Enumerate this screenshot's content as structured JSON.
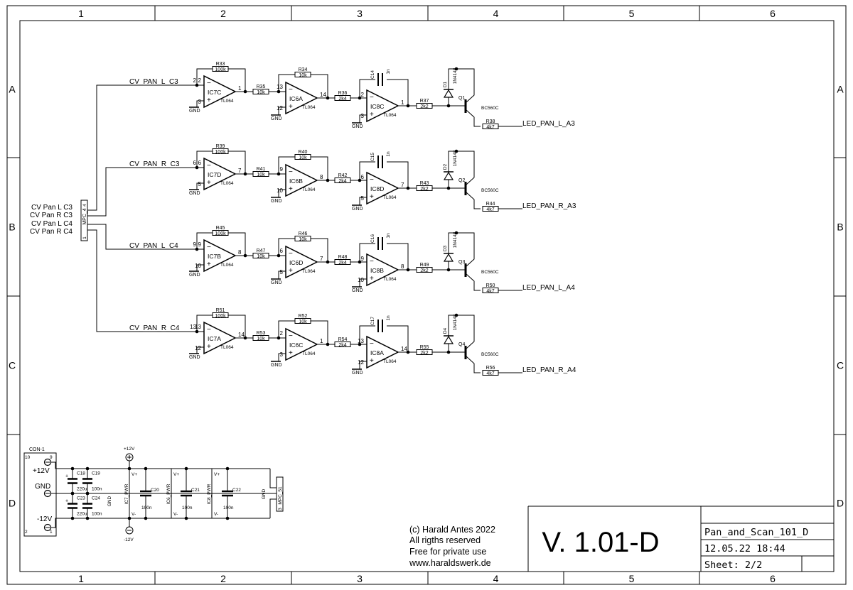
{
  "frame": {
    "columns": [
      "1",
      "2",
      "3",
      "4",
      "5",
      "6"
    ],
    "rows": [
      "A",
      "B",
      "C",
      "D"
    ]
  },
  "connector": {
    "name": "MPC_4",
    "pin_top": "4",
    "pin_bottom": "1",
    "labels": [
      "CV Pan L C3",
      "CV Pan R C3",
      "CV Pan L C4",
      "CV Pan R C4"
    ]
  },
  "stages": [
    {
      "input_net": "CV_PAN_L_C3",
      "output_net": "LED_PAN_L_A3",
      "ic1": {
        "name": "IC7C",
        "pin_top": "2",
        "pin_bottom": "3",
        "pin_out": "1",
        "type": "TL064"
      },
      "ic2": {
        "name": "IC6A",
        "pin_top": "13",
        "pin_bottom": "12",
        "pin_out": "14",
        "type": "TL064"
      },
      "ic3": {
        "name": "IC8C",
        "pin_top": "2",
        "pin_bottom": "3",
        "pin_out": "1",
        "type": "TL064"
      },
      "rf1": {
        "name": "R33",
        "value": "100k"
      },
      "rin2": {
        "name": "R35",
        "value": "10k"
      },
      "rf2": {
        "name": "R34",
        "value": "10k"
      },
      "rin3": {
        "name": "R36",
        "value": "2k4"
      },
      "cap": {
        "name": "C14",
        "value": "1n"
      },
      "rout": {
        "name": "R37",
        "value": "2k2"
      },
      "diode": {
        "name": "D1",
        "type": "1N4148"
      },
      "transistor": {
        "name": "Q1",
        "type": "BC560C"
      },
      "rled": {
        "name": "R38",
        "value": "4k7"
      }
    },
    {
      "input_net": "CV_PAN_R_C3",
      "output_net": "LED_PAN_R_A3",
      "ic1": {
        "name": "IC7D",
        "pin_top": "6",
        "pin_bottom": "5",
        "pin_out": "7",
        "type": "TL064"
      },
      "ic2": {
        "name": "IC6B",
        "pin_top": "9",
        "pin_bottom": "10",
        "pin_out": "8",
        "type": "TL064"
      },
      "ic3": {
        "name": "IC8D",
        "pin_top": "6",
        "pin_bottom": "5",
        "pin_out": "7",
        "type": "TL064"
      },
      "rf1": {
        "name": "R39",
        "value": "100k"
      },
      "rin2": {
        "name": "R41",
        "value": "10k"
      },
      "rf2": {
        "name": "R40",
        "value": "10k"
      },
      "rin3": {
        "name": "R42",
        "value": "2k4"
      },
      "cap": {
        "name": "C15",
        "value": "1n"
      },
      "rout": {
        "name": "R43",
        "value": "2k2"
      },
      "diode": {
        "name": "D2",
        "type": "1N4148"
      },
      "transistor": {
        "name": "Q2",
        "type": "BC560C"
      },
      "rled": {
        "name": "R44",
        "value": "4k7"
      }
    },
    {
      "input_net": "CV_PAN_L_C4",
      "output_net": "LED_PAN_L_A4",
      "ic1": {
        "name": "IC7B",
        "pin_top": "9",
        "pin_bottom": "10",
        "pin_out": "8",
        "type": "TL064"
      },
      "ic2": {
        "name": "IC6D",
        "pin_top": "6",
        "pin_bottom": "5",
        "pin_out": "7",
        "type": "TL064"
      },
      "ic3": {
        "name": "IC8B",
        "pin_top": "9",
        "pin_bottom": "10",
        "pin_out": "8",
        "type": "TL064"
      },
      "rf1": {
        "name": "R45",
        "value": "100k"
      },
      "rin2": {
        "name": "R47",
        "value": "10k"
      },
      "rf2": {
        "name": "R46",
        "value": "10k"
      },
      "rin3": {
        "name": "R48",
        "value": "2k4"
      },
      "cap": {
        "name": "C16",
        "value": "1n"
      },
      "rout": {
        "name": "R49",
        "value": "2k2"
      },
      "diode": {
        "name": "D3",
        "type": "1N4148"
      },
      "transistor": {
        "name": "Q3",
        "type": "BC560C"
      },
      "rled": {
        "name": "R50",
        "value": "4k7"
      }
    },
    {
      "input_net": "CV_PAN_R_C4",
      "output_net": "LED_PAN_R_A4",
      "ic1": {
        "name": "IC7A",
        "pin_top": "13",
        "pin_bottom": "12",
        "pin_out": "14",
        "type": "TL064"
      },
      "ic2": {
        "name": "IC6C",
        "pin_top": "2",
        "pin_bottom": "3",
        "pin_out": "1",
        "type": "TL064"
      },
      "ic3": {
        "name": "IC8A",
        "pin_top": "13",
        "pin_bottom": "12",
        "pin_out": "14",
        "type": "TL064"
      },
      "rf1": {
        "name": "R51",
        "value": "100k"
      },
      "rin2": {
        "name": "R53",
        "value": "10k"
      },
      "rf2": {
        "name": "R52",
        "value": "10k"
      },
      "rin3": {
        "name": "R54",
        "value": "2k4"
      },
      "cap": {
        "name": "C17",
        "value": "1n"
      },
      "rout": {
        "name": "R55",
        "value": "2k2"
      },
      "diode": {
        "name": "D4",
        "type": "1N4148"
      },
      "transistor": {
        "name": "Q4",
        "type": "BC560C"
      },
      "rled": {
        "name": "R56",
        "value": "4k7"
      }
    }
  ],
  "gnd_label": "GND",
  "power": {
    "con_name": "CON-1",
    "con_pin_10": "10",
    "con_pin_9": "9",
    "con_pin_2": "2",
    "con_pin_1": "1",
    "label_p12": "+12V",
    "label_gnd": "GND",
    "label_m12": "-12V",
    "supply_p12": "+12V",
    "supply_m12": "-12V",
    "c18": {
      "name": "C18",
      "value": "220u"
    },
    "c19": {
      "name": "C19",
      "value": "100n"
    },
    "c23": {
      "name": "C23",
      "value": "220u"
    },
    "c24": {
      "name": "C24",
      "value": "100n"
    },
    "c20": {
      "name": "C20",
      "value": "100n"
    },
    "c21": {
      "name": "C21",
      "value": "100n"
    },
    "c22": {
      "name": "C22",
      "value": "100n"
    },
    "ic7_pwr": "IC7_PWR",
    "ic6_pwr": "IC6_PWR",
    "ic8_pwr": "IC8_PWR",
    "vplus": "V+",
    "vminus": "V-",
    "plus_sign": "+",
    "conn2_name": "MPC_51",
    "conn2_pin": "3"
  },
  "title_block": {
    "copyright": "(c) Harald Antes 2022",
    "rights": "All rigths reserved",
    "usage": "Free for private use",
    "website": "www.haraldswerk.de",
    "version": "V. 1.01-D",
    "filename": "Pan_and_Scan_101_D",
    "datetime": "12.05.22 18:44",
    "sheet": "Sheet: 2/2"
  }
}
